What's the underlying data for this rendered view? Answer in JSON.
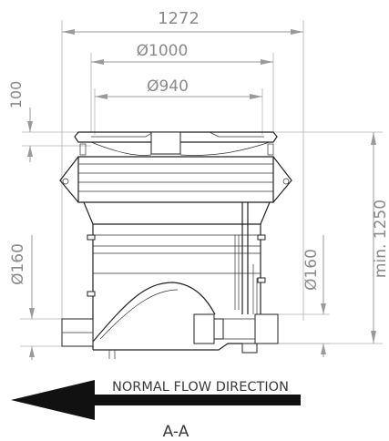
{
  "dimensions": {
    "overall_width": "1272",
    "outer_diameter": "Ø1000",
    "inner_diameter": "Ø940",
    "rim_height": "100",
    "min_height": "min. 1250",
    "inlet_diameter": "Ø160",
    "outlet_diameter": "Ø160"
  },
  "flow": {
    "label": "NORMAL FLOW DIRECTION"
  },
  "section": {
    "label": "A-A"
  },
  "colors": {
    "dimension": "#8a8a8a",
    "outline": "#222222",
    "arrow": "#111111"
  }
}
